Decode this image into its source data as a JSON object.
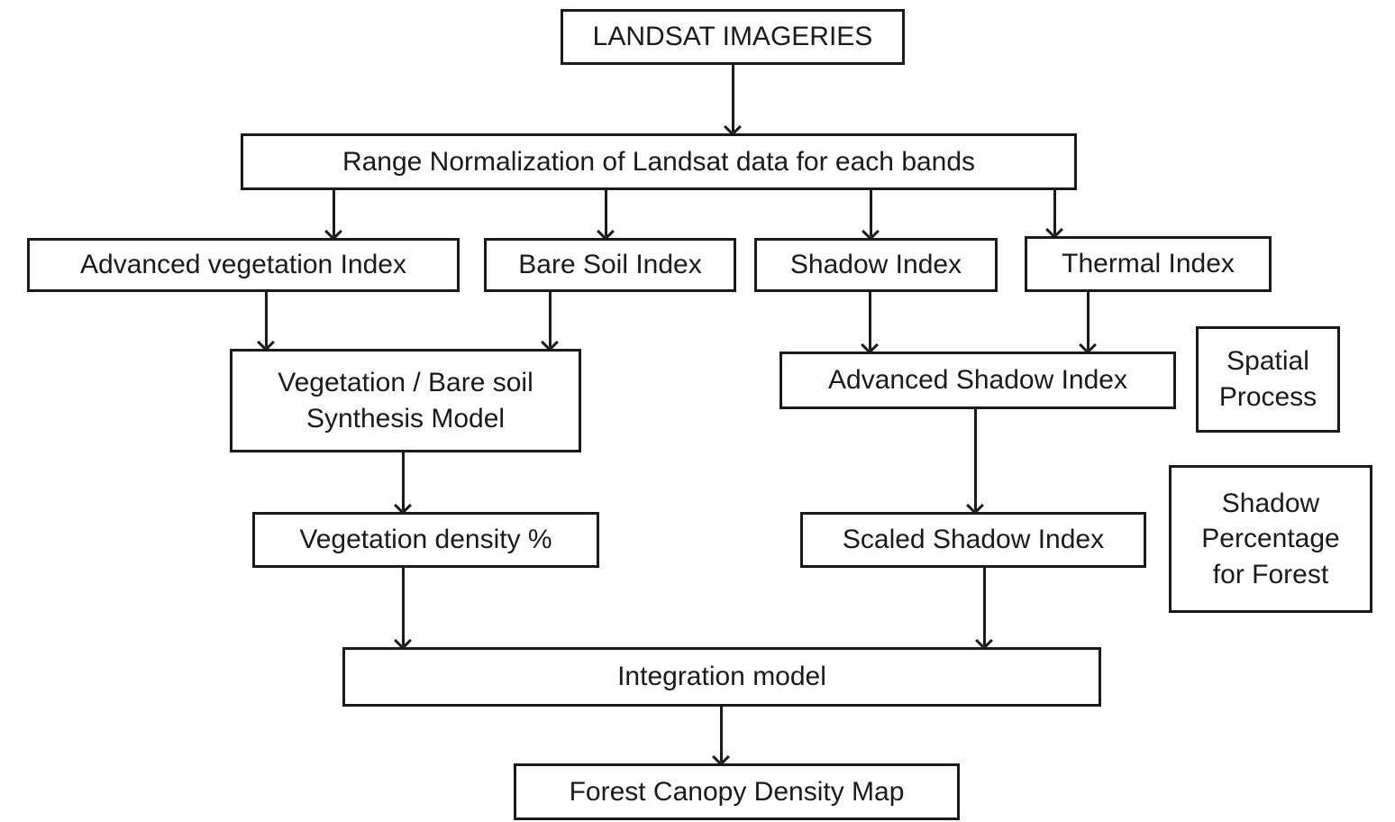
{
  "diagram": {
    "title": "Forest Canopy Density mapping flowchart",
    "colors": {
      "border": "#1a1a1a",
      "text": "#1a1a1a",
      "background": "#ffffff"
    },
    "nodes": {
      "landsat": "LANDSAT IMAGERIES",
      "range_normalization": "Range Normalization of Landsat data for each bands",
      "advanced_vegetation_index": "Advanced vegetation Index",
      "bare_soil_index": "Bare Soil Index",
      "shadow_index": "Shadow Index",
      "thermal_index": "Thermal Index",
      "synthesis_model": "Vegetation / Bare soil\nSynthesis Model",
      "advanced_shadow_index": "Advanced Shadow Index",
      "spatial_process": "Spatial\nProcess",
      "vegetation_density": "Vegetation density %",
      "scaled_shadow_index": "Scaled Shadow Index",
      "shadow_percentage": "Shadow\nPercentage\nfor Forest",
      "integration_model": "Integration model",
      "forest_canopy_density_map": "Forest Canopy Density Map"
    },
    "edges": [
      {
        "from": "landsat",
        "to": "range_normalization"
      },
      {
        "from": "range_normalization",
        "to": "advanced_vegetation_index"
      },
      {
        "from": "range_normalization",
        "to": "bare_soil_index"
      },
      {
        "from": "range_normalization",
        "to": "shadow_index"
      },
      {
        "from": "range_normalization",
        "to": "thermal_index"
      },
      {
        "from": "advanced_vegetation_index",
        "to": "synthesis_model"
      },
      {
        "from": "bare_soil_index",
        "to": "synthesis_model"
      },
      {
        "from": "shadow_index",
        "to": "advanced_shadow_index"
      },
      {
        "from": "thermal_index",
        "to": "advanced_shadow_index"
      },
      {
        "from": "synthesis_model",
        "to": "vegetation_density"
      },
      {
        "from": "advanced_shadow_index",
        "to": "scaled_shadow_index"
      },
      {
        "from": "vegetation_density",
        "to": "integration_model"
      },
      {
        "from": "scaled_shadow_index",
        "to": "integration_model"
      },
      {
        "from": "integration_model",
        "to": "forest_canopy_density_map"
      }
    ]
  }
}
